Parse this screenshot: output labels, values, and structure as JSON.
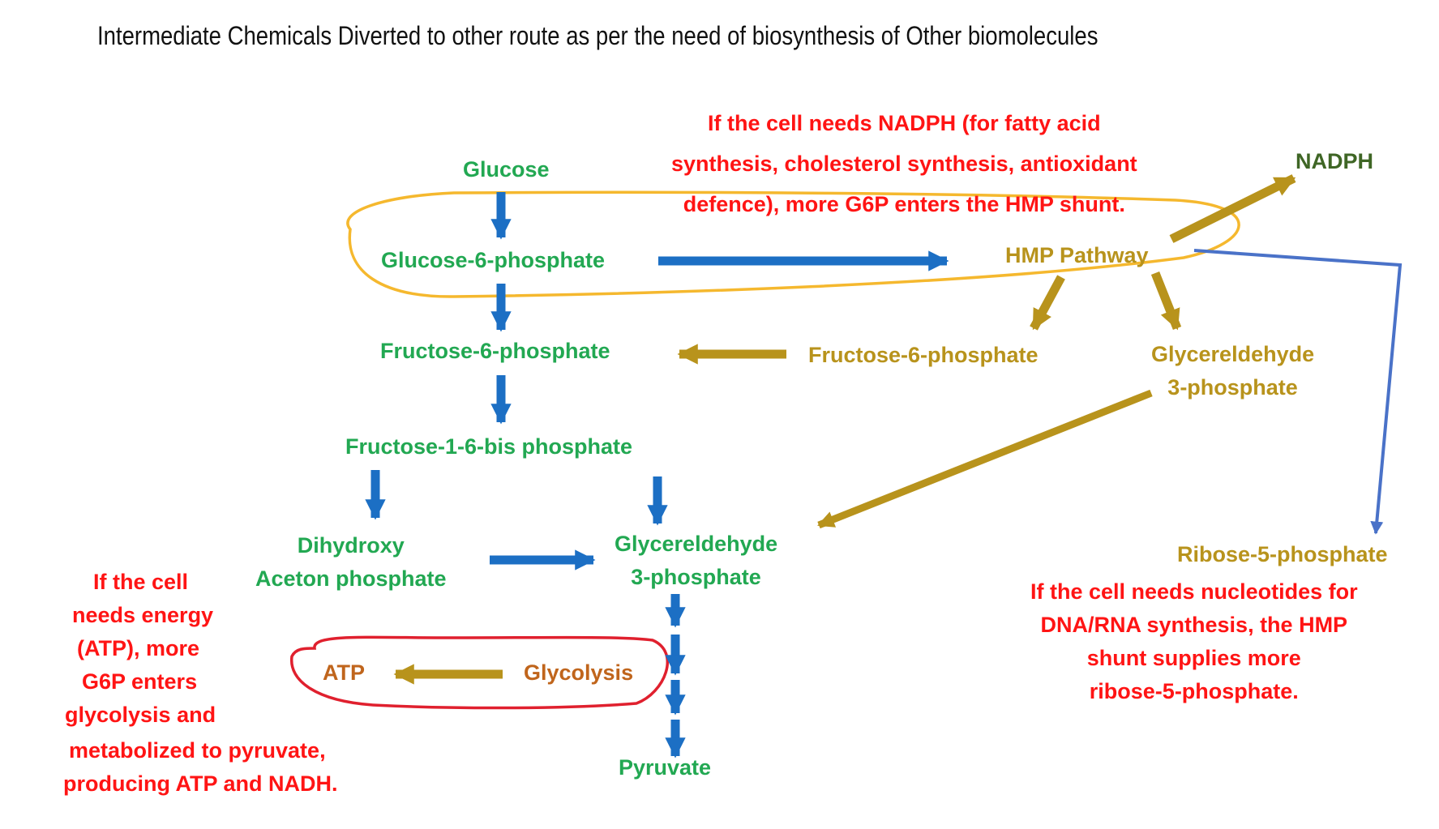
{
  "title": "Intermediate Chemicals Diverted to other route as per the need of biosynthesis of Other biomolecules",
  "colors": {
    "glycolysis_nodes": "#22A852",
    "hmp_nodes": "#B8931C",
    "glycolysis_arrows": "#1C6FC4",
    "hmp_arrows": "#B8931C",
    "ribose_connector": "#4A72C8",
    "note_text": "#FF1414",
    "hmp_highlight": "#F5B82E",
    "atp_highlight": "#E0202E",
    "nadph": "#3F6625",
    "atp_glycolysis": "#C0651C"
  },
  "nodes": {
    "glucose": "Glucose",
    "glucose_6_phosphate": "Glucose-6-phosphate",
    "fructose_6_phosphate": "Fructose-6-phosphate",
    "fructose_1_6_bisphosphate": "Fructose-1-6-bis phosphate",
    "dhap_line1": "Dihydroxy",
    "dhap_line2": "Aceton phosphate",
    "g3p_line1": "Glycereldehyde",
    "g3p_line2": "3-phosphate",
    "pyruvate": "Pyruvate",
    "hmp_pathway": "HMP Pathway",
    "nadph": "NADPH",
    "hmp_fructose_6_phosphate": "Fructose-6-phosphate",
    "hmp_g3p_line1": "Glycereldehyde",
    "hmp_g3p_line2": "3-phosphate",
    "ribose_5_phosphate": "Ribose-5-phosphate",
    "atp": "ATP",
    "glycolysis": "Glycolysis"
  },
  "notes": {
    "nadph_need": [
      "If the cell needs NADPH (for fatty acid",
      "synthesis, cholesterol synthesis, antioxidant",
      "defence), more G6P enters the HMP shunt."
    ],
    "nucleotide_need": [
      "If the cell needs nucleotides for",
      "DNA/RNA synthesis, the HMP",
      "shunt supplies more",
      "ribose-5-phosphate."
    ],
    "energy_need": [
      "If the cell",
      "needs energy",
      "(ATP), more",
      "G6P enters",
      "glycolysis and",
      "metabolized to pyruvate,",
      "producing ATP and NADH."
    ]
  }
}
